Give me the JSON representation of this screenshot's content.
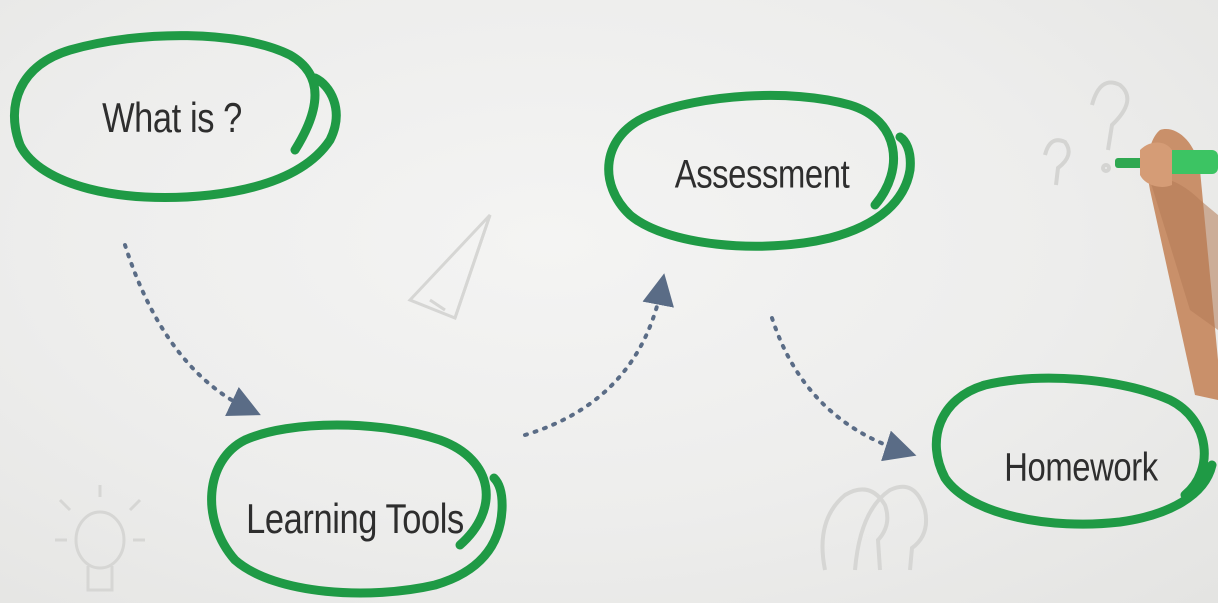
{
  "nodes": {
    "what_is": "What is ?",
    "assessment": "Assessment",
    "learning_tools": "Learning Tools",
    "homework": "Homework"
  },
  "colors": {
    "circle_stroke": "#1f9a45",
    "arrow_dots": "#5a6c86",
    "marker_body": "#3cc463",
    "hand_skin": "#c9906a",
    "background": "#ededec"
  },
  "icons": [
    "pencil-sketch-icon",
    "lightbulb-sketch-icon",
    "question-mark-sketch-icon",
    "head-silhouettes-icon",
    "hand-holding-marker-icon"
  ]
}
